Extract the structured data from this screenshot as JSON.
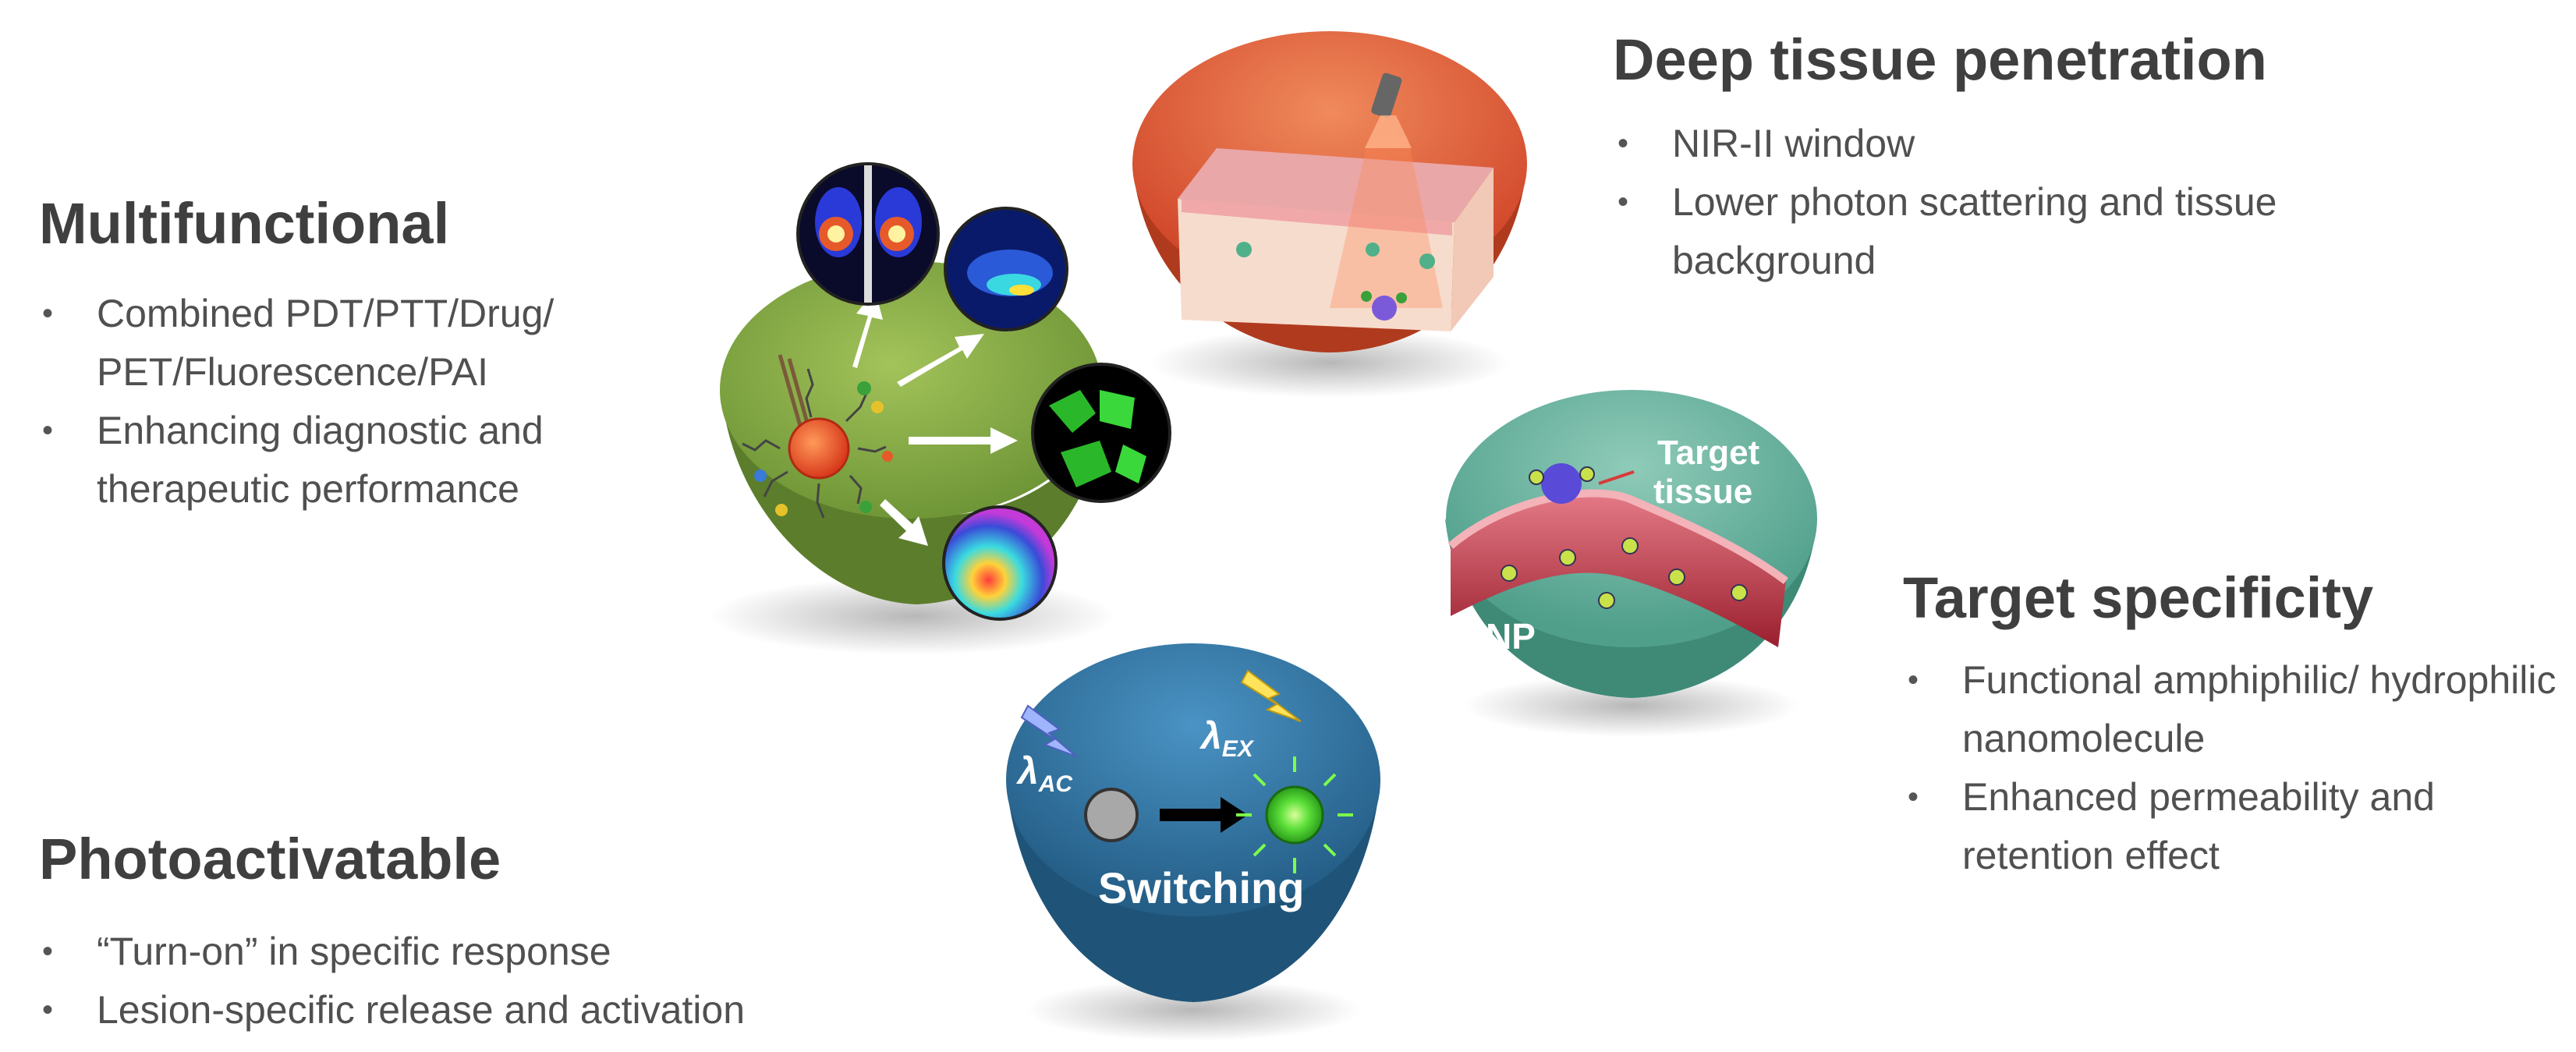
{
  "sections": {
    "multifunctional": {
      "title": "Multifunctional",
      "bullets": [
        "Combined PDT/PTT/Drug/ PET/Fluorescence/PAI",
        "Enhancing diagnostic and therapeutic performance"
      ]
    },
    "deep_tissue": {
      "title": "Deep tissue penetration",
      "bullets": [
        "NIR-II window",
        "Lower photon scattering and tissue background"
      ]
    },
    "target_specificity": {
      "title": "Target specificity",
      "bullets": [
        "Functional amphiphilic/ hydrophilic nanomolecule",
        "Enhanced permeability and retention effect"
      ]
    },
    "photoactivatable": {
      "title": "Photoactivatable",
      "bullets": [
        "“Turn-on” in specific response",
        "Lesion-specific release and activation"
      ]
    }
  },
  "target_panel": {
    "target_label_1": "Target",
    "target_label_2": "tissue",
    "np_label": "NP"
  },
  "switching_panel": {
    "lambda_ac": "λ",
    "lambda_ac_sub": "AC",
    "lambda_ex": "λ",
    "lambda_ex_sub": "EX",
    "switching_label": "Switching"
  },
  "colors": {
    "green_sphere": "#7ea43f",
    "red_sphere": "#e05a34",
    "teal_sphere": "#5fae9a",
    "blue_sphere": "#2f74a3",
    "heading_text": "#3f3f3f",
    "body_text": "#505050"
  }
}
